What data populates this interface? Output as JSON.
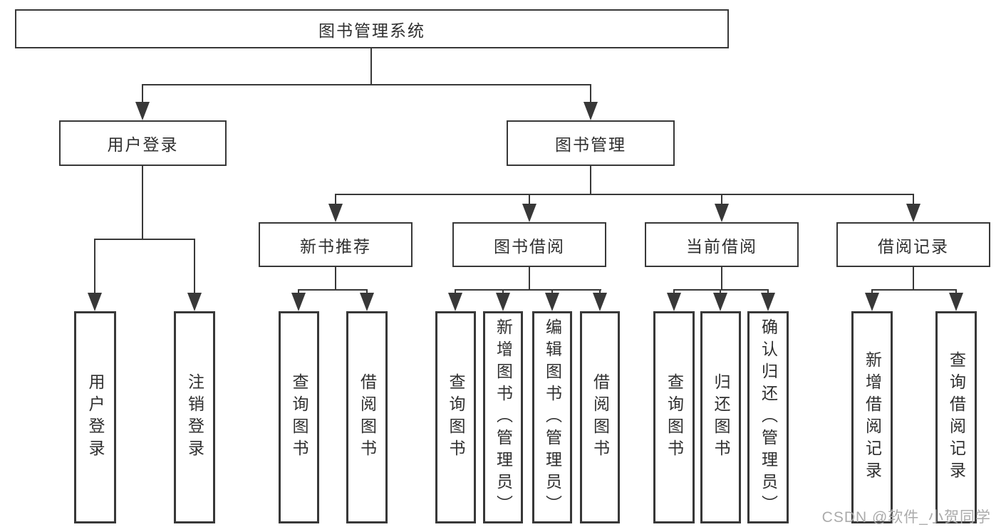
{
  "diagram": {
    "type": "tree",
    "root": {
      "label": "图书管理系统",
      "children": [
        {
          "label": "用户登录",
          "children": [
            {
              "label": "用户登录"
            },
            {
              "label": "注销登录"
            }
          ]
        },
        {
          "label": "图书管理",
          "children": [
            {
              "label": "新书推荐",
              "children": [
                {
                  "label": "查询图书"
                },
                {
                  "label": "借阅图书"
                }
              ]
            },
            {
              "label": "图书借阅",
              "children": [
                {
                  "label": "查询图书"
                },
                {
                  "label": "新增图书（管理员）"
                },
                {
                  "label": "编辑图书（管理员）"
                },
                {
                  "label": "借阅图书"
                }
              ]
            },
            {
              "label": "当前借阅",
              "children": [
                {
                  "label": "查询图书"
                },
                {
                  "label": "归还图书"
                },
                {
                  "label": "确认归还（管理员）"
                }
              ]
            },
            {
              "label": "借阅记录",
              "children": [
                {
                  "label": "新增借阅记录"
                },
                {
                  "label": "查询借阅记录"
                }
              ]
            }
          ]
        }
      ]
    }
  },
  "watermark": {
    "text": "CSDN @软件_小贺同学"
  },
  "colors": {
    "line": "#383838",
    "text": "#2f2f2f",
    "background": "#ffffff",
    "watermark": "#ababab"
  }
}
